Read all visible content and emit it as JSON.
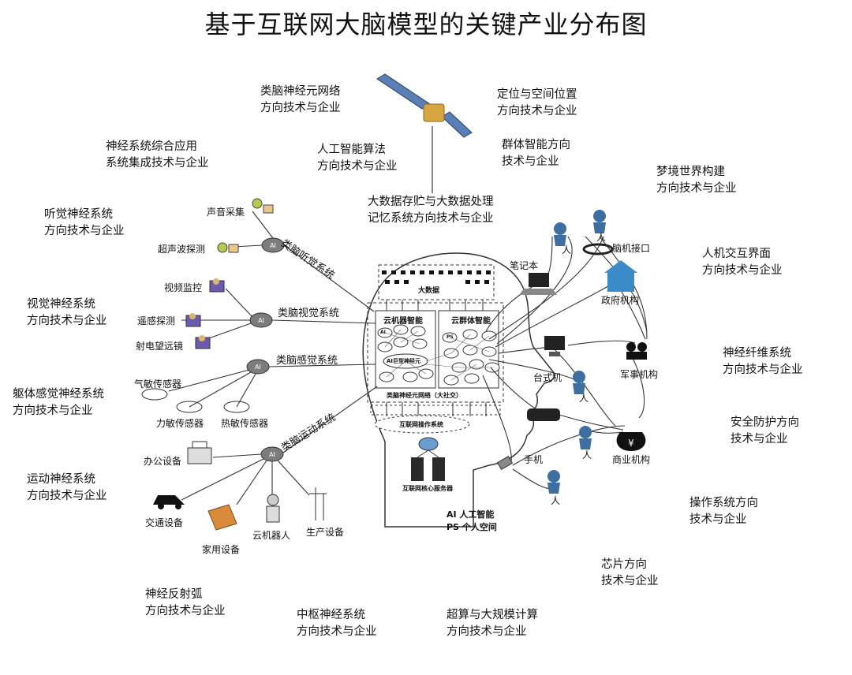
{
  "title": "基于互联网大脑模型的关键产业分布图",
  "categories": {
    "brain_neural": [
      "类脑神经元网络",
      "方向技术与企业"
    ],
    "positioning": [
      "定位与空间位置",
      "方向技术与企业"
    ],
    "nervous_integration": [
      "神经系统综合应用",
      "系统集成技术与企业"
    ],
    "ai_algorithm": [
      "人工智能算法",
      "方向技术与企业"
    ],
    "swarm": [
      "群体智能方向",
      "技术与企业"
    ],
    "dream": [
      "梦境世界构建",
      "方向技术与企业"
    ],
    "auditory": [
      "听觉神经系统",
      "方向技术与企业"
    ],
    "bigdata": [
      "大数据存贮与大数据处理",
      "记忆系统方向技术与企业"
    ],
    "hci": [
      "人机交互界面",
      "方向技术与企业"
    ],
    "visual": [
      "视觉神经系统",
      "方向技术与企业"
    ],
    "fiber": [
      "神经纤维系统",
      "方向技术与企业"
    ],
    "somatic": [
      "躯体感觉神经系统",
      "方向技术与企业"
    ],
    "security": [
      "安全防护方向",
      "技术与企业"
    ],
    "motor": [
      "运动神经系统",
      "方向技术与企业"
    ],
    "os": [
      "操作系统方向",
      "技术与企业"
    ],
    "chip": [
      "芯片方向",
      "技术与企业"
    ],
    "reflex": [
      "神经反射弧",
      "方向技术与企业"
    ],
    "central": [
      "中枢神经系统",
      "方向技术与企业"
    ],
    "supercomputing": [
      "超算与大规模计算",
      "方向技术与企业"
    ]
  },
  "devices": {
    "sound": "声音采集",
    "ultrasound": "超声波探测",
    "video": "视频监控",
    "remote": "遥感探测",
    "radio": "射电望远镜",
    "gas": "气敏传感器",
    "force": "力敏传感器",
    "heat": "热敏传感器",
    "office": "办公设备",
    "traffic": "交通设备",
    "home": "家用设备",
    "robot": "云机器人",
    "production": "生产设备",
    "laptop": "笔记本",
    "bci": "脑机接口",
    "gov": "政府机构",
    "military": "军事机构",
    "desktop": "台式机",
    "business": "商业机构",
    "phone": "手机",
    "person": "人"
  },
  "pathways": {
    "auditory": "类脑听觉系统",
    "visual": "类脑视觉系统",
    "sensory": "类脑感觉系统",
    "motor": "类脑运动系统"
  },
  "brain": {
    "bigdata": "大数据",
    "cloud_robot": "云机器智能",
    "cloud_swarm": "云群体智能",
    "ai_giant": "AI巨型神经元",
    "network": "类脑神经元网络（大社交）",
    "os": "互联网操作系统",
    "server": "互联网核心服务器",
    "ai_node": "AI",
    "ps_node": "PS"
  },
  "legend": {
    "ai": "AI  人工智能",
    "ps": "PS  个人空间"
  }
}
